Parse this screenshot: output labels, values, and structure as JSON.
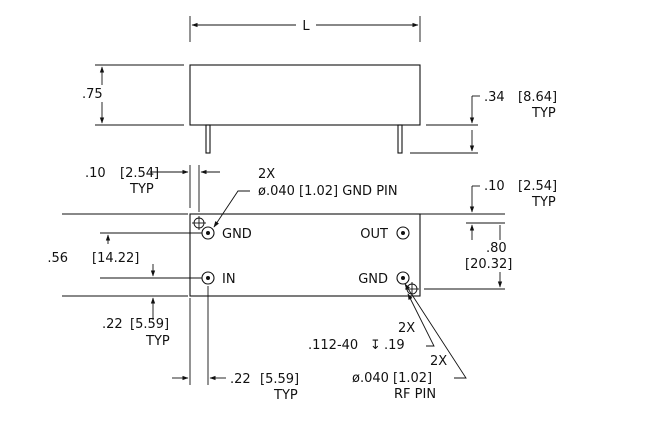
{
  "side_view": {
    "length_label": "L",
    "height_label": ".75",
    "pin_length": {
      "in": ".34",
      "mm": "[8.64]",
      "note": "TYP"
    }
  },
  "top_view": {
    "gnd_pin_offset": {
      "in": ".10",
      "mm": "[2.54]",
      "note": "TYP"
    },
    "gnd_pin_callout": {
      "qty": "2X",
      "spec": "ø.040 [1.02] GND PIN"
    },
    "right_offset": {
      "in": ".10",
      "mm": "[2.54]",
      "note": "TYP"
    },
    "width_total": {
      "in": ".80",
      "mm": "[20.32]"
    },
    "pin_spacing_left": {
      "in": ".56",
      "mm": "[14.22]"
    },
    "bottom_offset": {
      "in": ".22",
      "mm": "[5.59]",
      "note": "TYP"
    },
    "pin_x_offset": {
      "in": ".22",
      "mm": "[5.59]",
      "note": "TYP"
    },
    "mount_hole": {
      "qty": "2X",
      "spec_prefix": ".112-40",
      "depth_symbol": "↧",
      "depth": ".19"
    },
    "rf_pin_callout": {
      "qty": "2X",
      "spec": "ø.040 [1.02]",
      "name": "RF PIN"
    },
    "pins": {
      "gnd_left": "GND",
      "in": "IN",
      "out": "OUT",
      "gnd_right": "GND"
    }
  }
}
